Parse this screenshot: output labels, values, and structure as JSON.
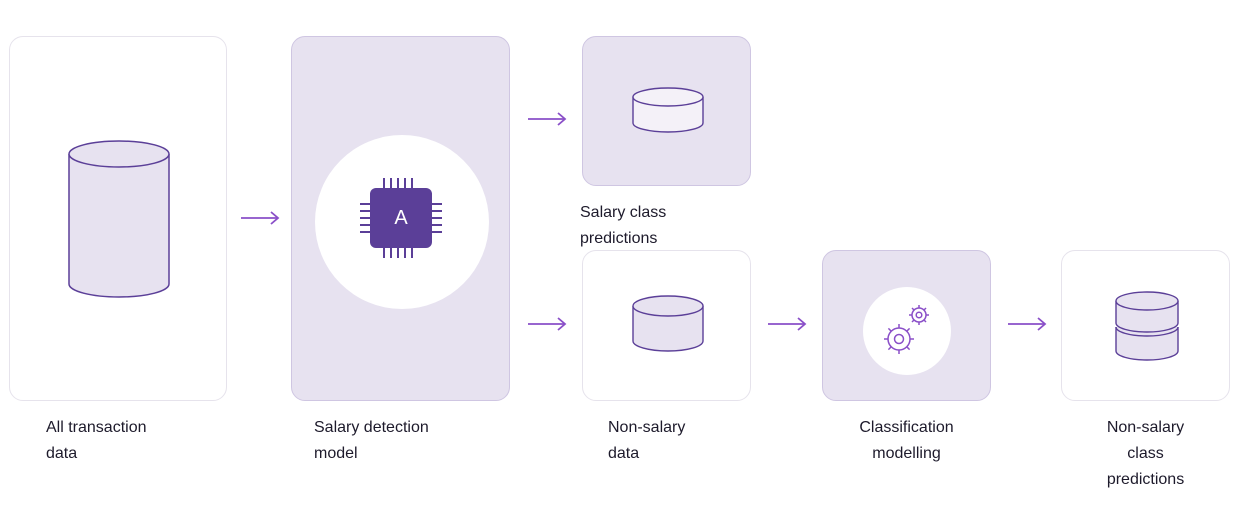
{
  "nodes": {
    "all_transaction_data": {
      "label_line1": "All transaction",
      "label_line2": "data"
    },
    "salary_detection_model": {
      "label_line1": "Salary detection",
      "label_line2": "model",
      "chip_letter": "A"
    },
    "salary_class_predictions": {
      "label_line1": "Salary class",
      "label_line2": "predictions"
    },
    "non_salary_data": {
      "label_line1": "Non-salary",
      "label_line2": "data"
    },
    "classification_modelling": {
      "label_line1": "Classification",
      "label_line2": "modelling"
    },
    "non_salary_class_predictions": {
      "label_line1": "Non-salary",
      "label_line2": "class",
      "label_line3": "predictions"
    }
  },
  "icons": {
    "database": "database-icon",
    "chip": "ai-chip-icon",
    "gears": "gears-icon",
    "stacked_database": "stacked-database-icon",
    "arrow": "arrow-right-icon"
  },
  "colors": {
    "accent": "#8a4fc8",
    "chip": "#5b3f98",
    "card_fill": "#e7e2f0",
    "card_border": "#e6e3ec",
    "icon_stroke": "#5b3f98",
    "icon_fill": "#f4f1f8"
  }
}
